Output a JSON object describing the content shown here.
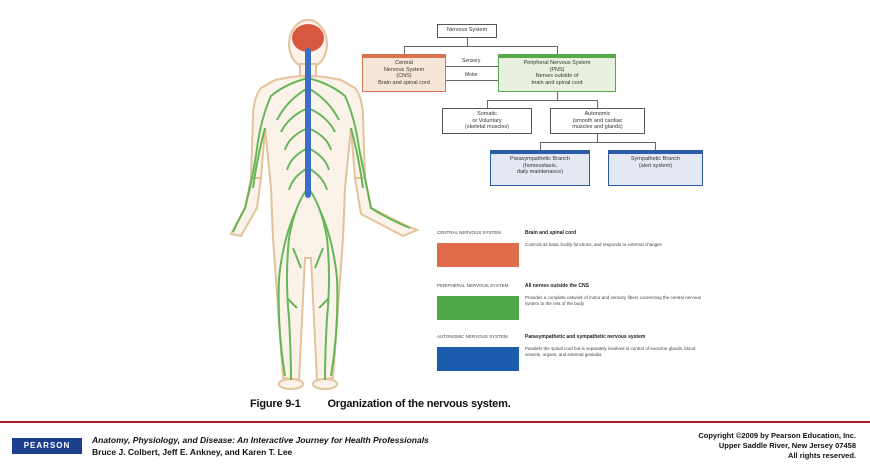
{
  "diagram": {
    "root": "Nervous System",
    "cns": [
      "Central",
      "Nervous System",
      "(CNS)",
      "Brain and spinal cord"
    ],
    "pns": [
      "Peripheral Nervous System",
      "(PNS)",
      "Nerves outside of",
      "brain and spinal cord"
    ],
    "sensory_label": "Sensory",
    "motor_label": "Motor",
    "somatic": [
      "Somatic",
      "or Voluntary",
      "(skeletal muscles)"
    ],
    "autonomic": [
      "Autonomic",
      "(smooth and cardiac",
      "muscles and glands)"
    ],
    "parasympathetic": [
      "Parasympathetic Branch",
      "(homeostasis,",
      "daily maintenance)"
    ],
    "sympathetic": [
      "Sympathetic Branch",
      "(alert system)"
    ]
  },
  "legend": {
    "items": [
      {
        "label": "CENTRAL NERVOUS SYSTEM",
        "title": "Brain and spinal cord",
        "desc": "Controls all basic bodily functions, and responds to external changes",
        "color": "#de6b4b"
      },
      {
        "label": "PERIPHERAL NERVOUS SYSTEM",
        "title": "All nerves outside the CNS",
        "desc": "Provides a complete network of motor and sensory fibers connecting the central nervous system to the rest of the body",
        "color": "#4fa848"
      },
      {
        "label": "AUTONOMIC NERVOUS SYSTEM",
        "title": "Parasympathetic and sympathetic nervous system",
        "desc": "Parallels the spinal cord but is separately involved in control of exocrine glands, blood vessels, organs, and external genitalia",
        "color": "#1c5cac"
      }
    ]
  },
  "caption": {
    "number": "Figure 9-1",
    "text": "Organization of the nervous system."
  },
  "footer": {
    "logo": "PEARSON",
    "book_title": "Anatomy, Physiology, and Disease: An Interactive Journey for Health Professionals",
    "authors": "Bruce J. Colbert, Jeff E. Ankney, and Karen T. Lee",
    "copyright": [
      "Copyright ©2009 by Pearson Education, Inc.",
      "Upper Saddle River, New Jersey 07458",
      "All rights reserved."
    ]
  },
  "colors": {
    "brain": "#d8583f",
    "spinal_cord": "#3b6fc4",
    "nerves": "#58b04a",
    "body_outline": "#e6c49a",
    "footer_rule": "#b81d2a"
  }
}
